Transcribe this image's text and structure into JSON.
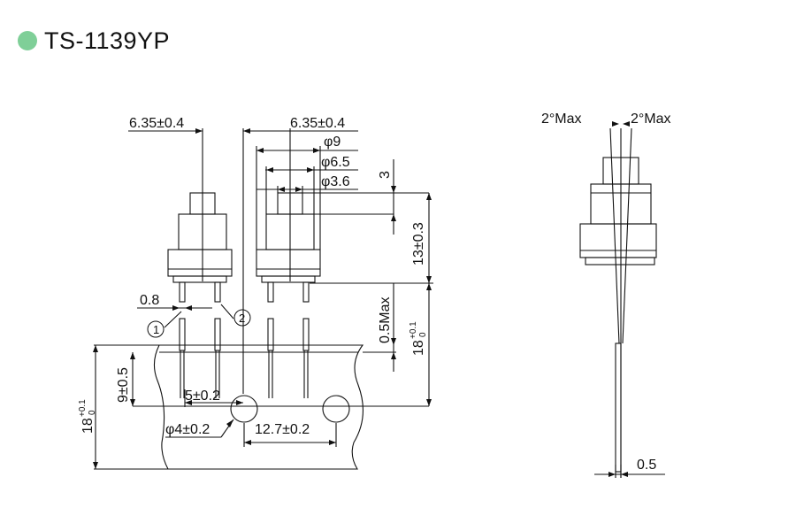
{
  "header": {
    "title": "TS-1139YP",
    "bullet_color": "#7fcf98"
  },
  "dimensions": {
    "pitch_left": "6.35±0.4",
    "pitch_right": "6.35±0.4",
    "dia_9": "φ9",
    "dia_6_5": "φ6.5",
    "dia_3_6": "φ3.6",
    "stem_height": "3",
    "body_height": "13±0.3",
    "lead_width": "0.8",
    "tape_offset": "0.5Max",
    "tape_height": "9±0.5",
    "tape_total_left_main": "18",
    "tape_total_left_sup": "+0.1",
    "tape_total_left_sub": "0",
    "tape_total_right_main": "18",
    "tape_total_right_sup": "+0.1",
    "tape_total_right_sub": "0",
    "hole_offset": "5±0.2",
    "hole_dia": "φ4±0.2",
    "hole_pitch": "12.7±0.2",
    "tilt_left": "2°Max",
    "tilt_right": "2°Max",
    "tape_thickness": "0.5"
  },
  "callouts": {
    "one": "①",
    "two": "②"
  }
}
